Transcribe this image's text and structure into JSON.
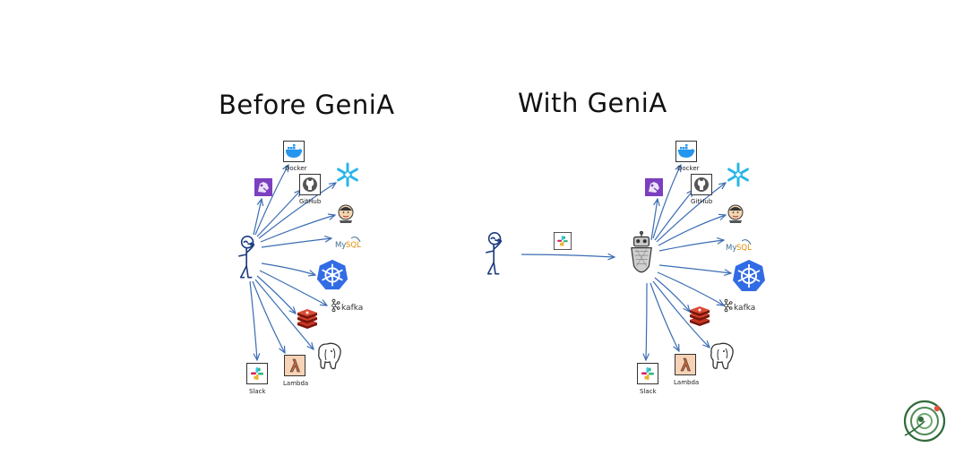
{
  "diagram": {
    "left_title": "Before GeniA",
    "right_title": "With GeniA",
    "labels": {
      "docker": "Docker",
      "github": "GitHub",
      "mysql_my": "My",
      "mysql_sql": "SQL",
      "kafka": "kafka",
      "slack": "Slack",
      "lambda": "Lambda"
    }
  },
  "colors": {
    "arrow": "#3b6db3",
    "docker": "#2496ed",
    "snowflake": "#29b5e8",
    "kubernetes": "#326ce5",
    "redis": "#a41e11",
    "datadog": "#7b3fbf",
    "lambda": "#c9663a",
    "postgres": "#336791"
  },
  "icons": [
    "datadog-icon",
    "docker-icon",
    "github-icon",
    "snowflake-icon",
    "jenkins-icon",
    "mysql-icon",
    "kubernetes-icon",
    "kafka-icon",
    "redis-icon",
    "postgres-icon",
    "lambda-icon",
    "slack-icon",
    "robot-icon",
    "person-icon",
    "spiral-logo-icon"
  ]
}
